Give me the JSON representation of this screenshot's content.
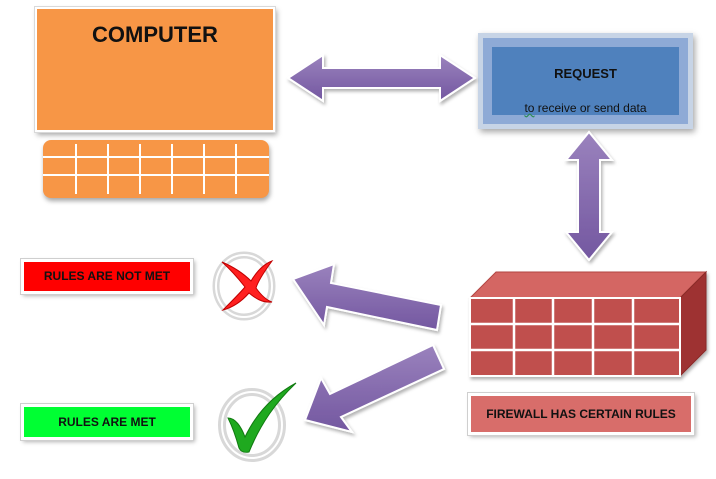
{
  "computer": {
    "title": "COMPUTER"
  },
  "request": {
    "title": "REQUEST",
    "subtitle_word1": "to",
    "subtitle_rest": " receive or send data"
  },
  "labels": {
    "rules_not_met": "RULES ARE NOT MET",
    "rules_met": "RULES ARE MET",
    "firewall": "FIREWALL HAS CERTAIN RULES"
  },
  "colors": {
    "computer": "#f79646",
    "request": "#4f81bd",
    "arrow": "#8064a2",
    "firewall": "#c0504d",
    "rules_not_met": "#ff0000",
    "rules_met": "#00ff33",
    "cross": "#ff2020",
    "check": "#1fa91f"
  },
  "icons": {
    "keyboard": "keyboard-grid",
    "cross": "red-cross-mark",
    "check": "green-check-mark",
    "firewall": "brick-wall"
  }
}
